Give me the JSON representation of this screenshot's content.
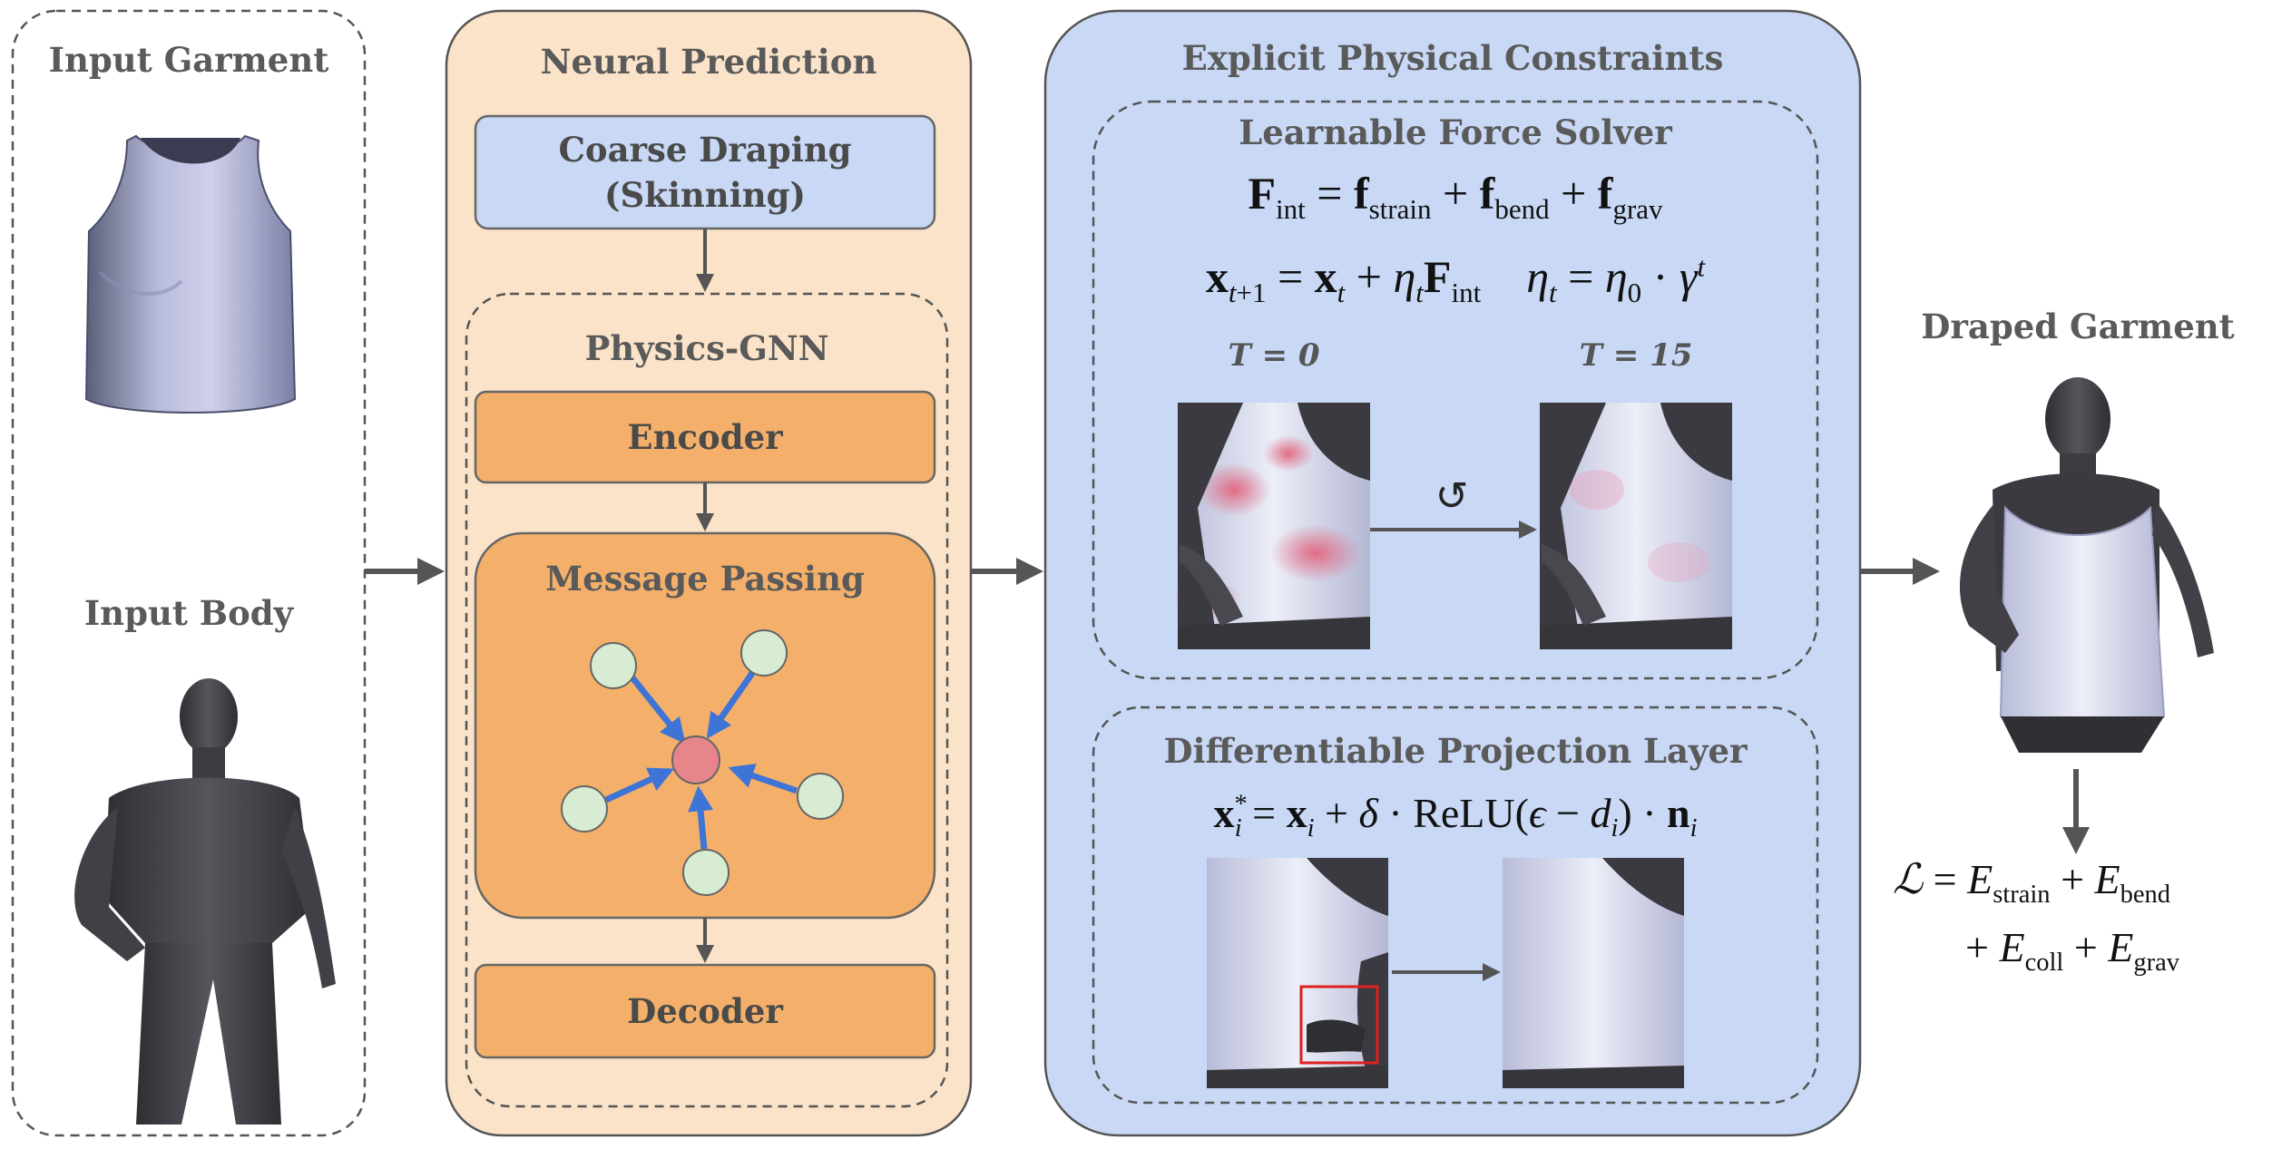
{
  "input": {
    "garment_title": "Input Garment",
    "body_title": "Input Body"
  },
  "neural": {
    "title": "Neural Prediction",
    "coarse_line1": "Coarse Draping",
    "coarse_line2": "(Skinning)",
    "gnn_title": "Physics-GNN",
    "encoder": "Encoder",
    "message_passing": "Message Passing",
    "decoder": "Decoder"
  },
  "physics": {
    "title": "Explicit Physical Constraints",
    "force_title": "Learnable Force Solver",
    "t0_label": "T = 0",
    "t15_label": "T = 15",
    "loop_symbol": "↺",
    "projection_title": "Differentiable Projection Layer"
  },
  "output": {
    "title": "Draped Garment"
  },
  "colors": {
    "neural_bg": "#fae3c8",
    "physics_bg": "#c8d8f5",
    "coarse_bg": "#c8d8f5",
    "module_bg": "#f4b06b",
    "node_green": "#d7ecd2",
    "node_red": "#e6858a",
    "edge_blue": "#3d74d6"
  }
}
